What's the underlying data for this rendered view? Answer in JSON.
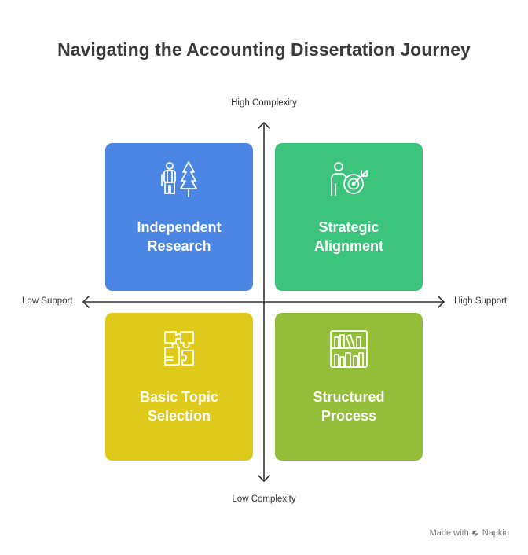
{
  "title": "Navigating the Accounting Dissertation Journey",
  "axes": {
    "top": "High Complexity",
    "bottom": "Low Complexity",
    "left": "Low Support",
    "right": "High Support"
  },
  "quadrants": [
    {
      "line1": "Independent",
      "line2": "Research",
      "color": "#4B86E5",
      "icon": "hiker-with-tree-icon"
    },
    {
      "line1": "Strategic",
      "line2": "Alignment",
      "color": "#3CC47D",
      "icon": "person-with-target-icon"
    },
    {
      "line1": "Basic Topic",
      "line2": "Selection",
      "color": "#DFC91A",
      "icon": "puzzle-pieces-icon"
    },
    {
      "line1": "Structured",
      "line2": "Process",
      "color": "#93BE3A",
      "icon": "bookshelf-icon"
    }
  ],
  "footer": {
    "made_with": "Made with",
    "brand": "Napkin"
  }
}
